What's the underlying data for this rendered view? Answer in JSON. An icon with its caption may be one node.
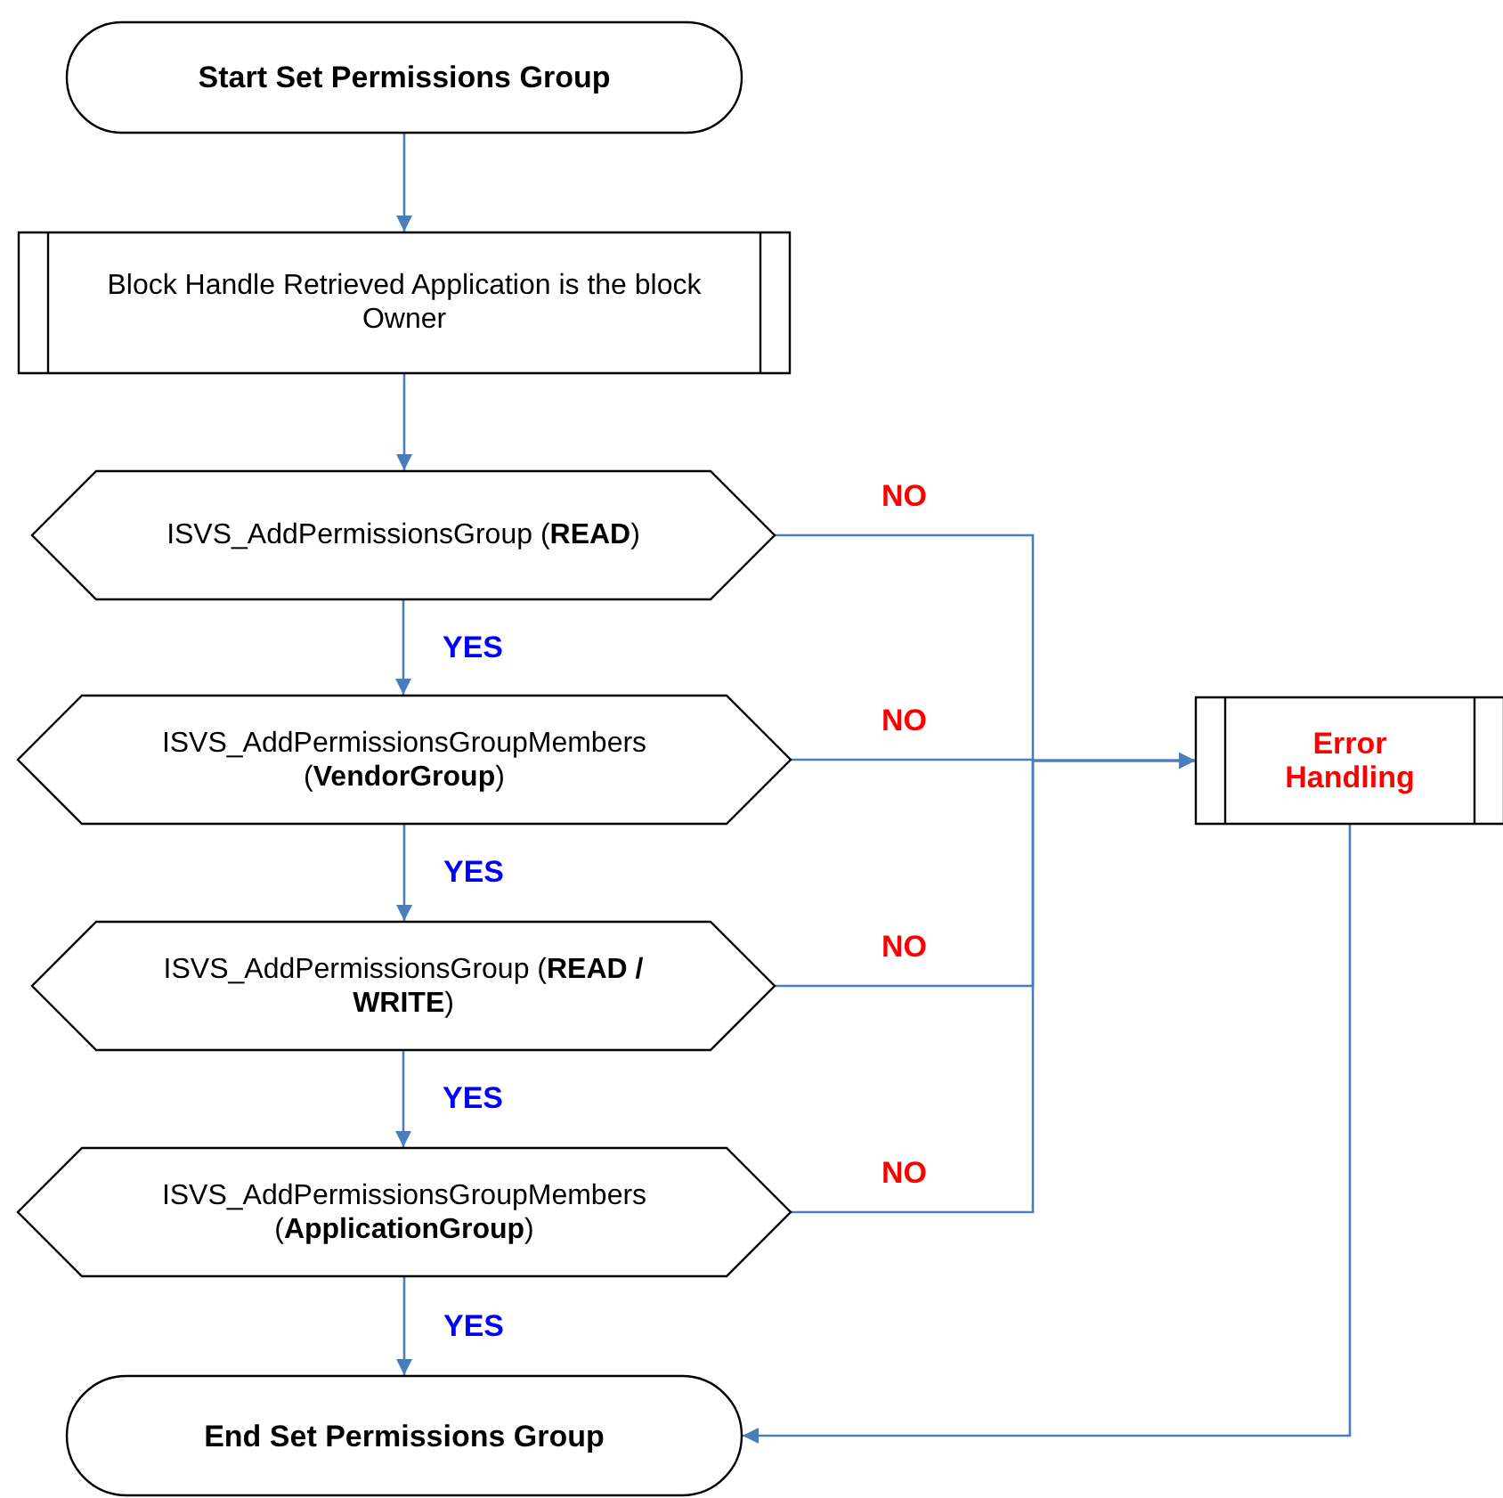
{
  "diagram": {
    "nodes": [
      {
        "text": [
          "Start Set Permissions Group"
        ]
      },
      {
        "text": [
          "Block Handle Retrieved Application is the block Owner"
        ]
      },
      {
        "text": [
          "ISVS_AddPermissionsGroup (**READ**)"
        ]
      },
      {
        "text": [
          "ISVS_AddPermissionsGroupMembers (**VendorGroup**)"
        ]
      },
      {
        "text": [
          "ISVS_AddPermissionsGroup (**READ / WRITE**)"
        ]
      },
      {
        "text": [
          "ISVS_AddPermissionsGroupMembers (**ApplicationGroup**)"
        ]
      },
      {
        "text": [
          "Error Handling"
        ]
      },
      {
        "text": [
          "End Set Permissions Group"
        ]
      }
    ],
    "edges": [
      {
        "from": 0,
        "to": 1,
        "arrow": "to"
      },
      {
        "from": 1,
        "to": 2,
        "arrow": "to"
      },
      {
        "from": 2,
        "to": 3,
        "arrow": "to",
        "label": "YES"
      },
      {
        "from": 3,
        "to": 4,
        "arrow": "to",
        "label": "YES"
      },
      {
        "from": 4,
        "to": 5,
        "arrow": "to",
        "label": "YES"
      },
      {
        "from": 5,
        "to": 7,
        "arrow": "to",
        "label": "YES"
      },
      {
        "from": 2,
        "to": 6,
        "arrow": "to",
        "label": "NO"
      },
      {
        "from": 3,
        "to": 6,
        "arrow": "to",
        "label": "NO"
      },
      {
        "from": 4,
        "to": 6,
        "arrow": "to",
        "label": "NO"
      },
      {
        "from": 5,
        "to": 6,
        "arrow": "to",
        "label": "NO"
      },
      {
        "from": 6,
        "to": 7,
        "arrow": "to"
      }
    ]
  }
}
